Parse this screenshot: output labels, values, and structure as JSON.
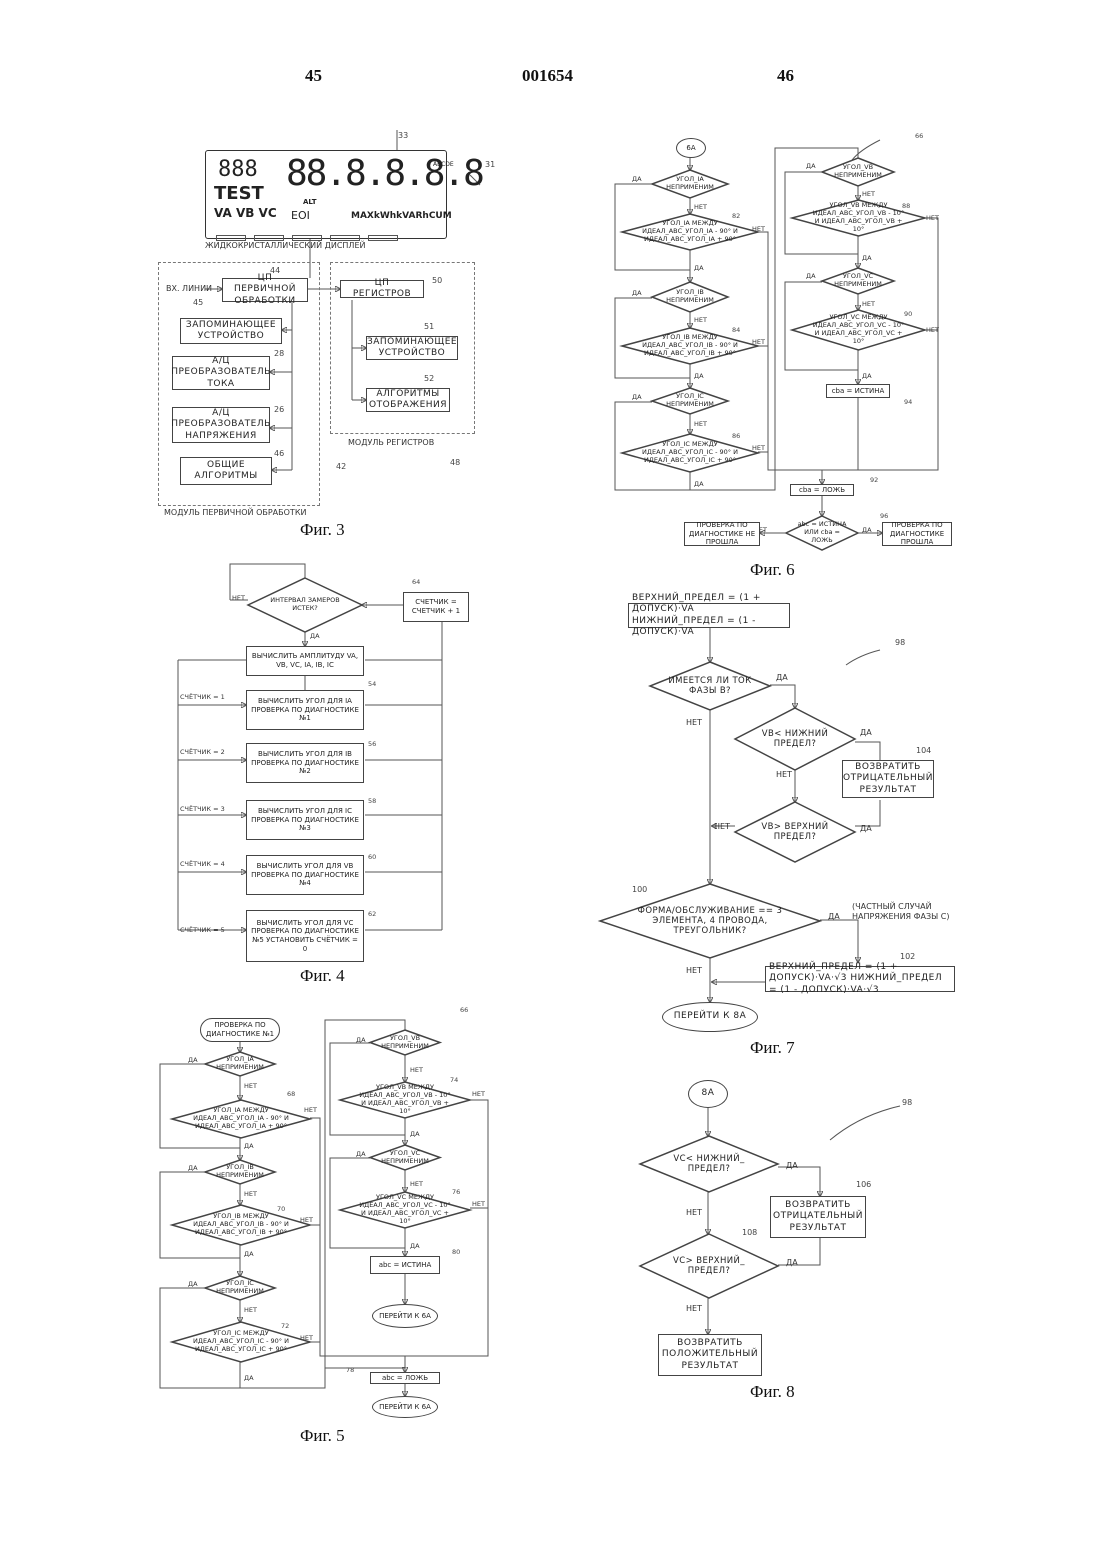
{
  "header": {
    "left": "45",
    "center": "001654",
    "right": "46"
  },
  "fig3": {
    "caption": "Фиг. 3",
    "ref_display": "33",
    "ref_module": "31",
    "lcd": {
      "n888": "888",
      "digits": "88.8.8.8.8",
      "test": "TEST",
      "phases": "VA VB VC",
      "alt": "ALT",
      "eoi": "EOI",
      "units": "MAXkWhkVARhCUM",
      "abc": "ABCDE"
    },
    "lcd_label": "ЖИДКОКРИСТАЛЛИЧЕСКИЙ ДИСПЛЕЙ",
    "input": "ВХ. ЛИНИИ",
    "ref_input": "45",
    "primary_cpu": "ЦП ПЕРВИЧНОЙ ОБРАБОТКИ",
    "ref_primary_cpu": "44",
    "memory": "ЗАПОМИНАЮЩЕЕ УСТРОЙСТВО",
    "adc_current": "А/Ц ПРЕОБРАЗОВАТЕЛЬ ТОКА",
    "ref_adc_current": "28",
    "adc_voltage": "А/Ц ПРЕОБРАЗОВАТЕЛЬ НАПРЯЖЕНИЯ",
    "ref_adc_voltage": "26",
    "common_algos": "ОБЩИЕ АЛГОРИТМЫ",
    "ref_common_algos": "46",
    "register_cpu": "ЦП РЕГИСТРОВ",
    "ref_register_cpu": "50",
    "reg_memory": "ЗАПОМИНАЮЩЕЕ УСТРОЙСТВО",
    "ref_reg_memory": "51",
    "display_algos": "АЛГОРИТМЫ ОТОБРАЖЕНИЯ",
    "ref_display_algos": "52",
    "register_module": "МОДУЛЬ РЕГИСТРОВ",
    "ref_42": "42",
    "ref_48": "48",
    "primary_module": "МОДУЛЬ ПЕРВИЧНОЙ ОБРАБОТКИ"
  },
  "fig4": {
    "caption": "Фиг. 4",
    "decision": "ИНТЕРВАЛ ЗАМЕРОВ ИСТЕК?",
    "no": "НЕТ",
    "yes": "ДА",
    "counter": "СЧЕТЧИК = СЧЕТЧИК + 1",
    "ref_counter": "64",
    "amplitude": "ВЫЧИСЛИТЬ АМПЛИТУДУ VA, VB, VC, IA, IB, IC",
    "steps": [
      {
        "cond": "СЧЁТЧИК = 1",
        "text": "ВЫЧИСЛИТЬ УГОЛ ДЛЯ IA ПРОВЕРКА ПО ДИАГНОСТИКЕ №1",
        "ref": "54"
      },
      {
        "cond": "СЧЁТЧИК = 2",
        "text": "ВЫЧИСЛИТЬ УГОЛ ДЛЯ IB ПРОВЕРКА ПО ДИАГНОСТИКЕ №2",
        "ref": "56"
      },
      {
        "cond": "СЧЁТЧИК = 3",
        "text": "ВЫЧИСЛИТЬ УГОЛ ДЛЯ IC ПРОВЕРКА ПО ДИАГНОСТИКЕ №3",
        "ref": "58"
      },
      {
        "cond": "СЧЁТЧИК = 4",
        "text": "ВЫЧИСЛИТЬ УГОЛ ДЛЯ VB ПРОВЕРКА ПО ДИАГНОСТИКЕ №4",
        "ref": "60"
      },
      {
        "cond": "СЧЁТЧИК = 5",
        "text": "ВЫЧИСЛИТЬ УГОЛ ДЛЯ VC ПРОВЕРКА ПО ДИАГНОСТИКЕ №5 УСТАНОВИТЬ СЧЁТЧИК = 0",
        "ref": "62"
      }
    ]
  },
  "fig5": {
    "caption": "Фиг. 5",
    "ref_66": "66",
    "start": "ПРОВЕРКА ПО ДИАГНОСТИКЕ №1",
    "yes": "ДА",
    "no": "НЕТ",
    "d_ia": "УГОЛ_IA НЕПРИМЕНИМ",
    "d_ia_range": "УГОЛ_IA МЕЖДУ ИДЕАЛ_АВС_УГОЛ_IA - 90° И ИДЕАЛ_АВС_УГОЛ_IA + 90°",
    "ref_68": "68",
    "d_ib": "УГОЛ_IB НЕПРИМЕНИМ",
    "d_ib_range": "УГОЛ_IB МЕЖДУ ИДЕАЛ_АВС_УГОЛ_IB - 90° И ИДЕАЛ_АВС_УГОЛ_IB + 90°",
    "ref_70": "70",
    "d_ic": "УГОЛ_IC НЕПРИМЕНИМ",
    "d_ic_range": "УГОЛ_IC МЕЖДУ ИДЕАЛ_АВС_УГОЛ_IC - 90° И ИДЕАЛ_АВС_УГОЛ_IC + 90°",
    "ref_72": "72",
    "d_vb": "УГОЛ_VB НЕПРИМЕНИМ",
    "d_vb_range": "УГОЛ_VB МЕЖДУ ИДЕАЛ_АВС_УГОЛ_VB - 10° И ИДЕАЛ_АВС_УГОЛ_VB + 10°",
    "ref_74": "74",
    "d_vc": "УГОЛ_VC НЕПРИМЕНИМ",
    "d_vc_range": "УГОЛ_VC МЕЖДУ ИДЕАЛ_АВС_УГОЛ_VC - 10° И ИДЕАЛ_АВС_УГОЛ_VC + 10°",
    "ref_76": "76",
    "abc_true": "abc = ИСТИНА",
    "ref_80": "80",
    "goto_6a": "ПЕРЕЙТИ К 6А",
    "abc_false": "abc = ЛОЖЬ",
    "ref_78": "78",
    "goto_6a_2": "ПЕРЕЙТИ К 6А"
  },
  "fig6": {
    "caption": "Фиг. 6",
    "start": "6А",
    "ref_66": "66",
    "yes": "ДА",
    "no": "НЕТ",
    "d_ia": "УГОЛ_IA НЕПРИМЕНИМ",
    "d_ia_range": "УГОЛ_IA МЕЖДУ ИДЕАЛ_АВС_УГОЛ_IA - 90° И ИДЕАЛ_АВС_УГОЛ_IA + 90°",
    "ref_82": "82",
    "d_ib": "УГОЛ_IB НЕПРИМЕНИМ",
    "d_ib_range": "УГОЛ_IB МЕЖДУ ИДЕАЛ_АВС_УГОЛ_IB - 90° И ИДЕАЛ_АВС_УГОЛ_IB + 90°",
    "ref_84": "84",
    "d_ic": "УГОЛ_IC НЕПРИМЕНИМ",
    "d_ic_range": "УГОЛ_IC МЕЖДУ ИДЕАЛ_АВС_УГОЛ_IC - 90° И ИДЕАЛ_АВС_УГОЛ_IC + 90°",
    "ref_86": "86",
    "d_vb": "УГОЛ_VB НЕПРИМЕНИМ",
    "d_vb_range": "УГОЛ_VB МЕЖДУ ИДЕАЛ_АВС_УГОЛ_VB - 10° И ИДЕАЛ_АВС_УГОЛ_VB + 10°",
    "ref_88": "88",
    "d_vc": "УГОЛ_VC НЕПРИМЕНИМ",
    "d_vc_range": "УГОЛ_VC МЕЖДУ ИДЕАЛ_АВС_УГОЛ_VC - 10° И ИДЕАЛ_АВС_УГОЛ_VC + 10°",
    "ref_90": "90",
    "cba_true": "cba = ИСТИНА",
    "ref_94": "94",
    "cba_false": "cba = ЛОЖЬ",
    "ref_92": "92",
    "final": "abc = ИСТИНА ИЛИ cba = ЛОЖЬ",
    "ref_96": "96",
    "fail": "ПРОВЕРКА ПО ДИАГНОСТИКЕ НЕ ПРОШЛА",
    "pass": "ПРОВЕРКА ПО ДИАГНОСТИКЕ ПРОШЛА"
  },
  "fig7": {
    "caption": "Фиг. 7",
    "init": "ВЕРХНИЙ_ПРЕДЕЛ = (1 + ДОПУСК)·VA НИЖНИЙ_ПРЕДЕЛ = (1 - ДОПУСК)·VA",
    "ref_98": "98",
    "d_phase": "ИМЕЕТСЯ ЛИ ТОК ФАЗЫ В?",
    "yes": "ДА",
    "no": "НЕТ",
    "d_low": "VB< НИЖНИЙ ПРЕДЕЛ?",
    "ret_neg": "ВОЗВРАТИТЬ ОТРИЦАТЕЛЬНЫЙ РЕЗУЛЬТАТ",
    "ref_104": "104",
    "d_high": "VB> ВЕРХНИЙ ПРЕДЕЛ?",
    "d_form": "ФОРМА/ОБСЛУЖИВАНИЕ == 3 ЭЛЕМЕНТА, 4 ПРОВОДА, ТРЕУГОЛЬНИК?",
    "ref_100": "100",
    "note": "(ЧАСТНЫЙ СЛУЧАЙ НАПРЯЖЕНИЯ ФАЗЫ С)",
    "limits": "ВЕРХНИЙ_ПРЕДЕЛ = (1 + ДОПУСК)·VA·√3 НИЖНИЙ_ПРЕДЕЛ = (1 - ДОПУСК)·VA·√3",
    "ref_102": "102",
    "goto": "ПЕРЕЙТИ К 8А"
  },
  "fig8": {
    "caption": "Фиг. 8",
    "start": "8А",
    "ref_98": "98",
    "d_low": "VC< НИЖНИЙ_ ПРЕДЕЛ?",
    "yes": "ДА",
    "no": "НЕТ",
    "ret_neg": "ВОЗВРАТИТЬ ОТРИЦАТЕЛЬНЫЙ РЕЗУЛЬТАТ",
    "ref_106": "106",
    "d_high": "VC> ВЕРХНИЙ_ ПРЕДЕЛ?",
    "ref_108": "108",
    "ret_pos": "ВОЗВРАТИТЬ ПОЛОЖИТЕЛЬНЫЙ РЕЗУЛЬТАТ"
  }
}
